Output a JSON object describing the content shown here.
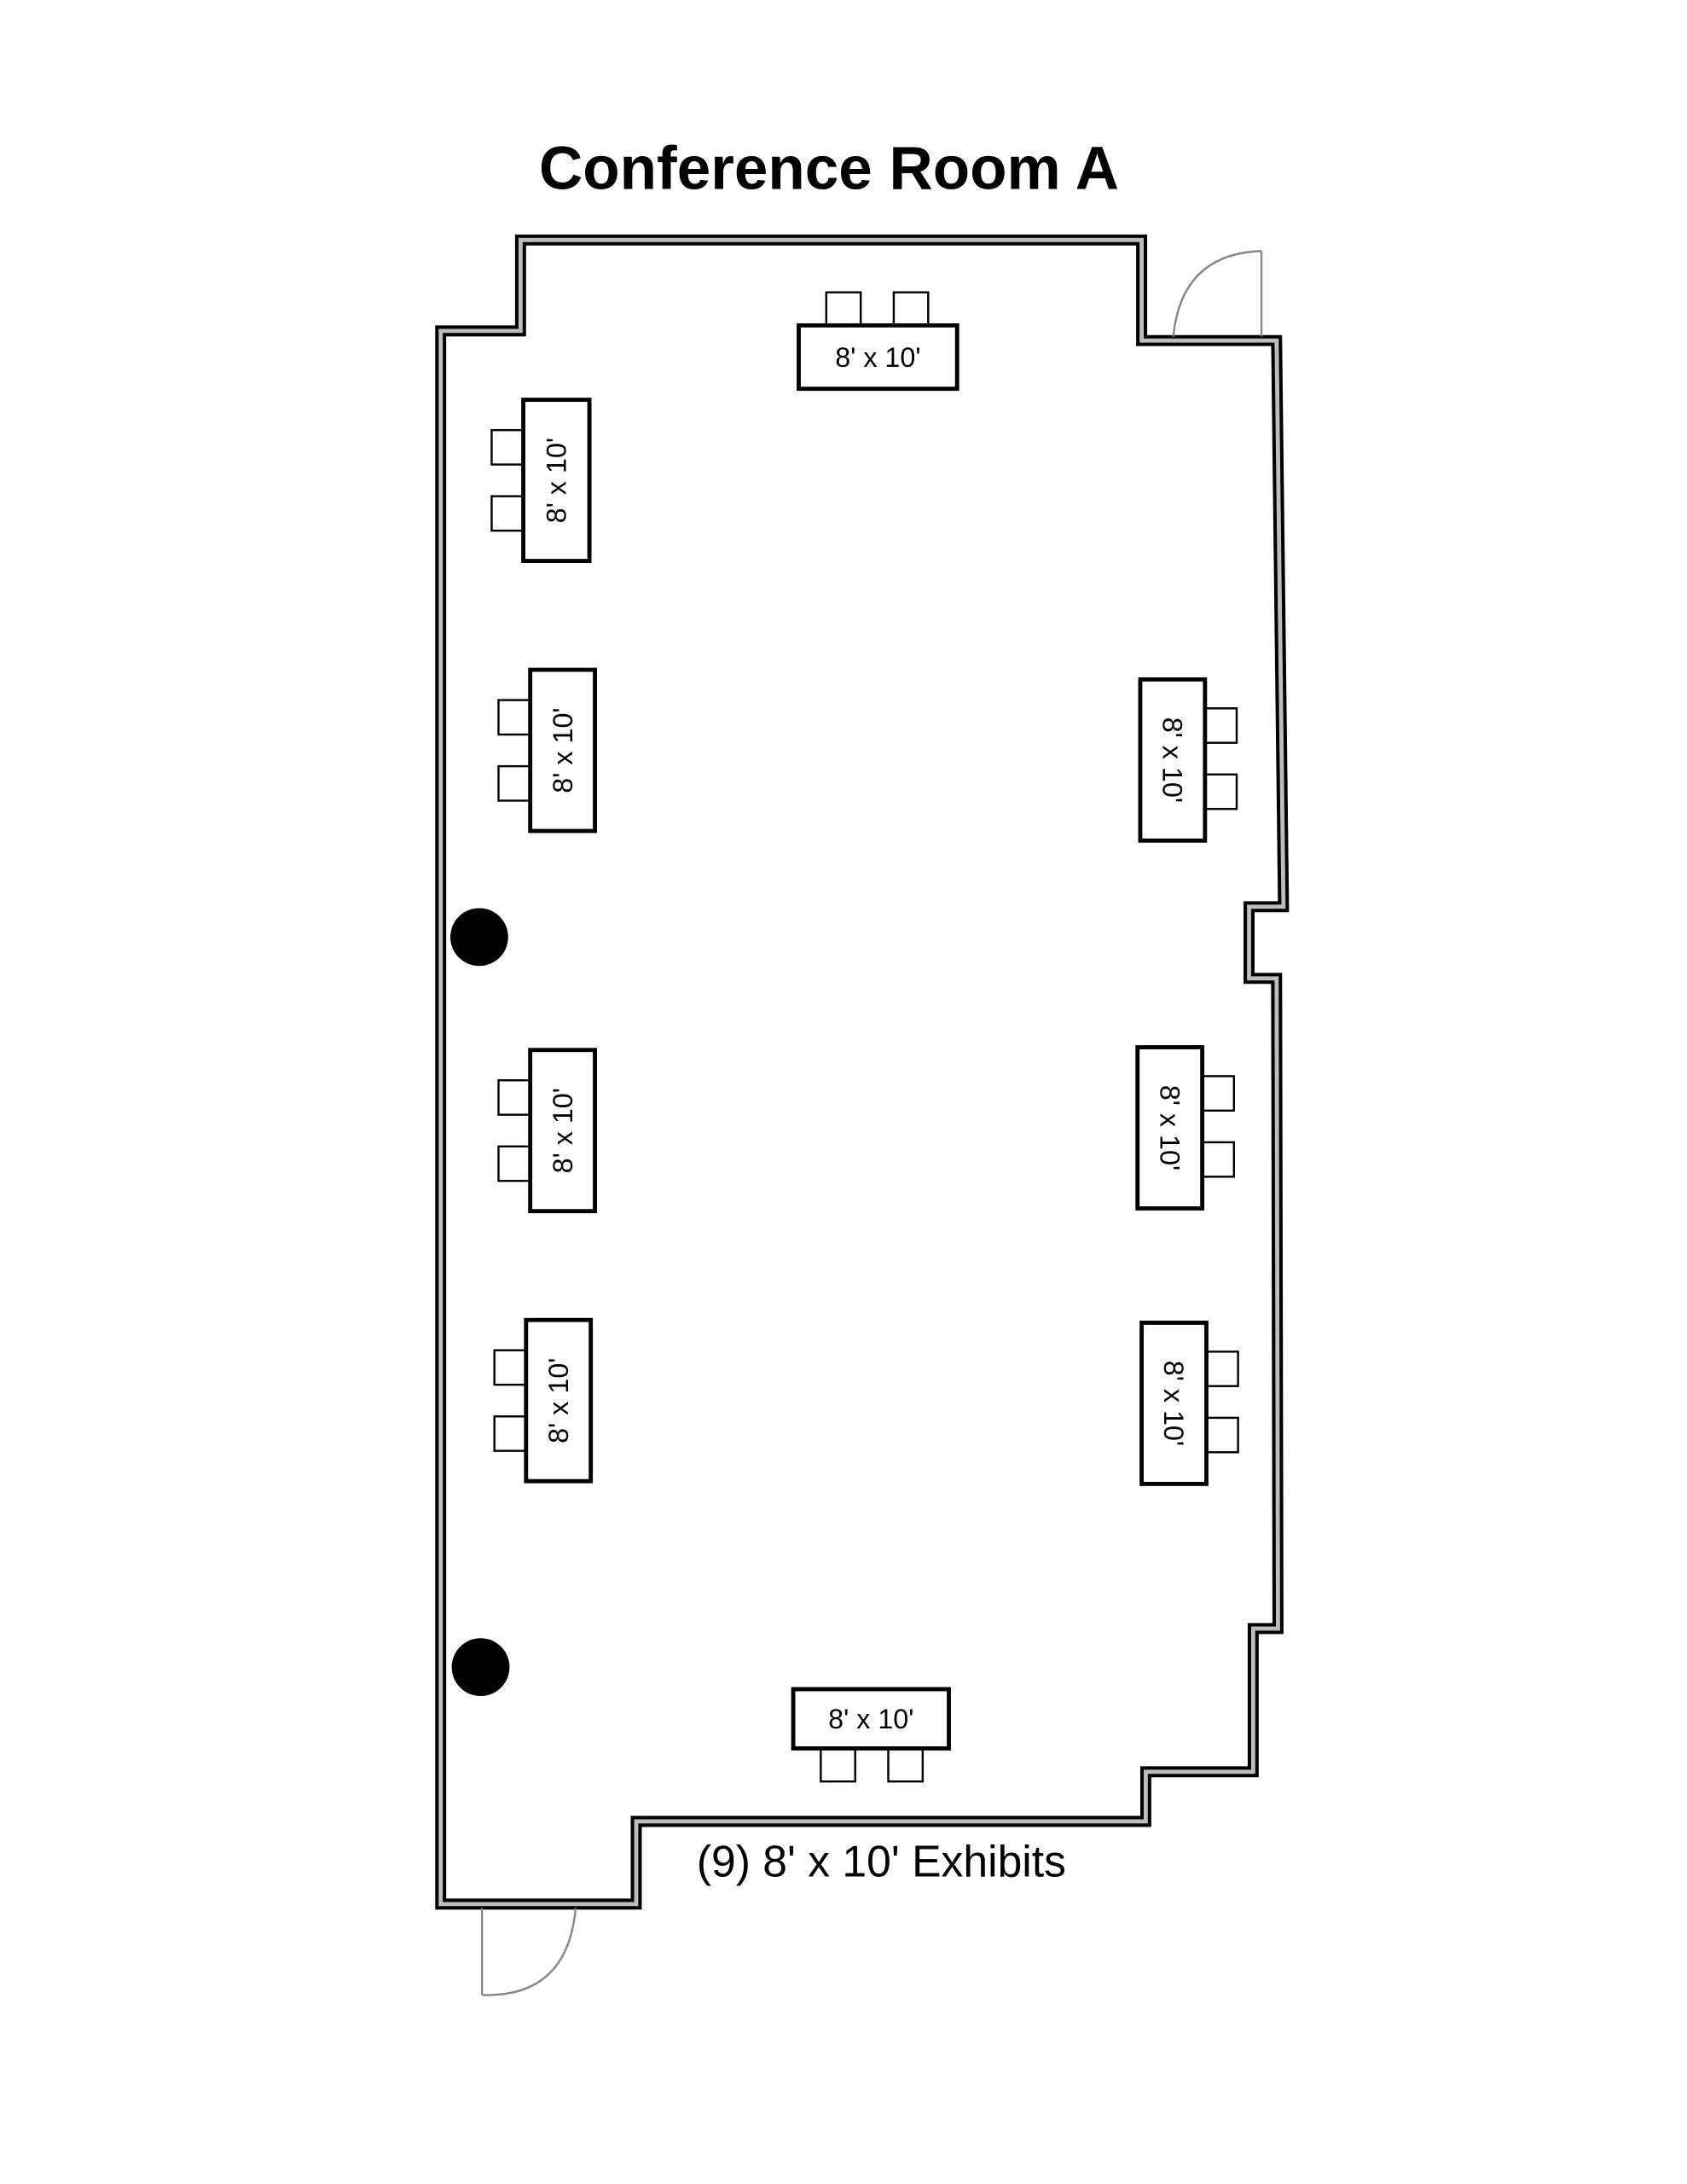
{
  "title": "Conference Room A",
  "caption": "(9) 8' x 10' Exhibits",
  "booths": [
    {
      "label": "8' x 10'",
      "side": "top"
    },
    {
      "label": "8' x 10'",
      "side": "left"
    },
    {
      "label": "8' x 10'",
      "side": "left"
    },
    {
      "label": "8' x 10'",
      "side": "left"
    },
    {
      "label": "8' x 10'",
      "side": "left"
    },
    {
      "label": "8' x 10'",
      "side": "right"
    },
    {
      "label": "8' x 10'",
      "side": "right"
    },
    {
      "label": "8' x 10'",
      "side": "right"
    },
    {
      "label": "8' x 10'",
      "side": "bottom"
    }
  ],
  "colors": {
    "wall_outer": "#000000",
    "wall_inner": "#bdbdbd",
    "door": "#888888"
  }
}
